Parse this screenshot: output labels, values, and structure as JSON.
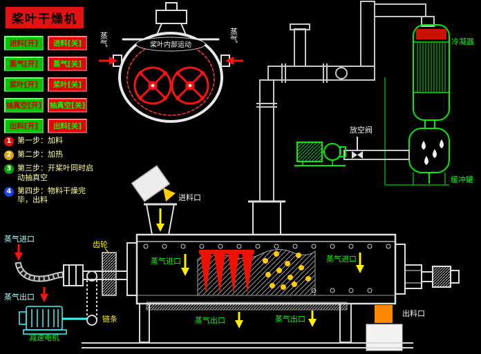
{
  "title": "桨叶干燥机",
  "colors": {
    "background": "#000000",
    "equipment_green": "#00ff00",
    "alarm_red": "#ff0000",
    "highlight_yellow": "#ffee00",
    "label_cyan": "#aaffff",
    "discharge_orange": "#ff8800"
  },
  "controls": {
    "rows": [
      {
        "on": "进料[开]",
        "off": "进料[关]"
      },
      {
        "on": "蒸气[开]",
        "off": "蒸气[关]"
      },
      {
        "on": "桨叶[开]",
        "off": "桨叶[关]"
      },
      {
        "on": "抽真空[开]",
        "off": "抽真空[关]"
      },
      {
        "on": "出料[开]",
        "off": "出料[关]"
      }
    ]
  },
  "steps": [
    {
      "num": "1",
      "text": "第一步：加料"
    },
    {
      "num": "2",
      "text": "第二步：加热"
    },
    {
      "num": "3",
      "text": "第三步：开桨叶同时启动抽真空"
    },
    {
      "num": "4",
      "text": "第四步：物料干燥完毕，出料"
    }
  ],
  "diagram": {
    "vessel_label": "桨叶内部运动",
    "steam_left": "蒸气",
    "steam_right": "蒸气",
    "condenser": "冷凝器",
    "buffer_tank": "缓冲罐",
    "vent_valve": "放空阀",
    "feed_port": "进料口",
    "steam_inlet_ext": "蒸气进口",
    "steam_inlet_inner_left": "蒸气进口",
    "steam_inlet_inner_right": "蒸气进口",
    "steam_outlet_ext": "蒸气出口",
    "steam_outlet_bottom_left": "蒸气出口",
    "steam_outlet_bottom_right": "蒸气出口",
    "discharge_port": "出料口",
    "gear": "齿轮",
    "chain": "链条",
    "gear_motor": "减速电机"
  }
}
